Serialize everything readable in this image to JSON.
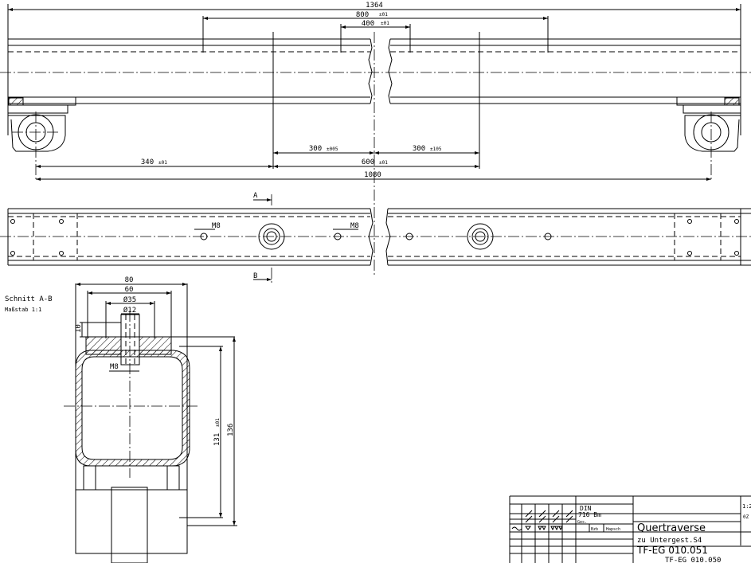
{
  "drawing": {
    "top_view": {
      "dims": {
        "overall": "1364",
        "d800": "800",
        "d800_tol": "±01",
        "d400": "400",
        "d400_tol": "±01",
        "d300a": "300",
        "d300a_tol": "±005",
        "d300b": "300",
        "d300b_tol": "±105",
        "d340": "340",
        "d340_tol": "±01",
        "d600": "600",
        "d600_tol": "±01",
        "d1080": "1080"
      }
    },
    "plan_view": {
      "section_a": "A",
      "section_b": "B",
      "thread_left": "M8",
      "thread_right": "M8"
    },
    "section": {
      "title": "Schnitt A-B",
      "scale": "Maßstab 1:1",
      "dims": {
        "w80": "80",
        "w60": "60",
        "d35": "Ø35",
        "d12": "Ø12",
        "h10": "10",
        "m8": "M8",
        "h131": "131",
        "h131_tol": "±01",
        "h136": "136"
      }
    },
    "title_block": {
      "standard": "DIN",
      "standard_no": "716 Bm",
      "small_label": "Ges.",
      "col_datum": "Bzb",
      "col_name": "Hapsch",
      "title": "Quertraverse",
      "subtitle": "zu Untergest.S4",
      "drawing_no": "TF-EG 010.051",
      "replaces": "TF-EG 010.050",
      "sheet": "1:2",
      "corner": "0Z"
    }
  }
}
